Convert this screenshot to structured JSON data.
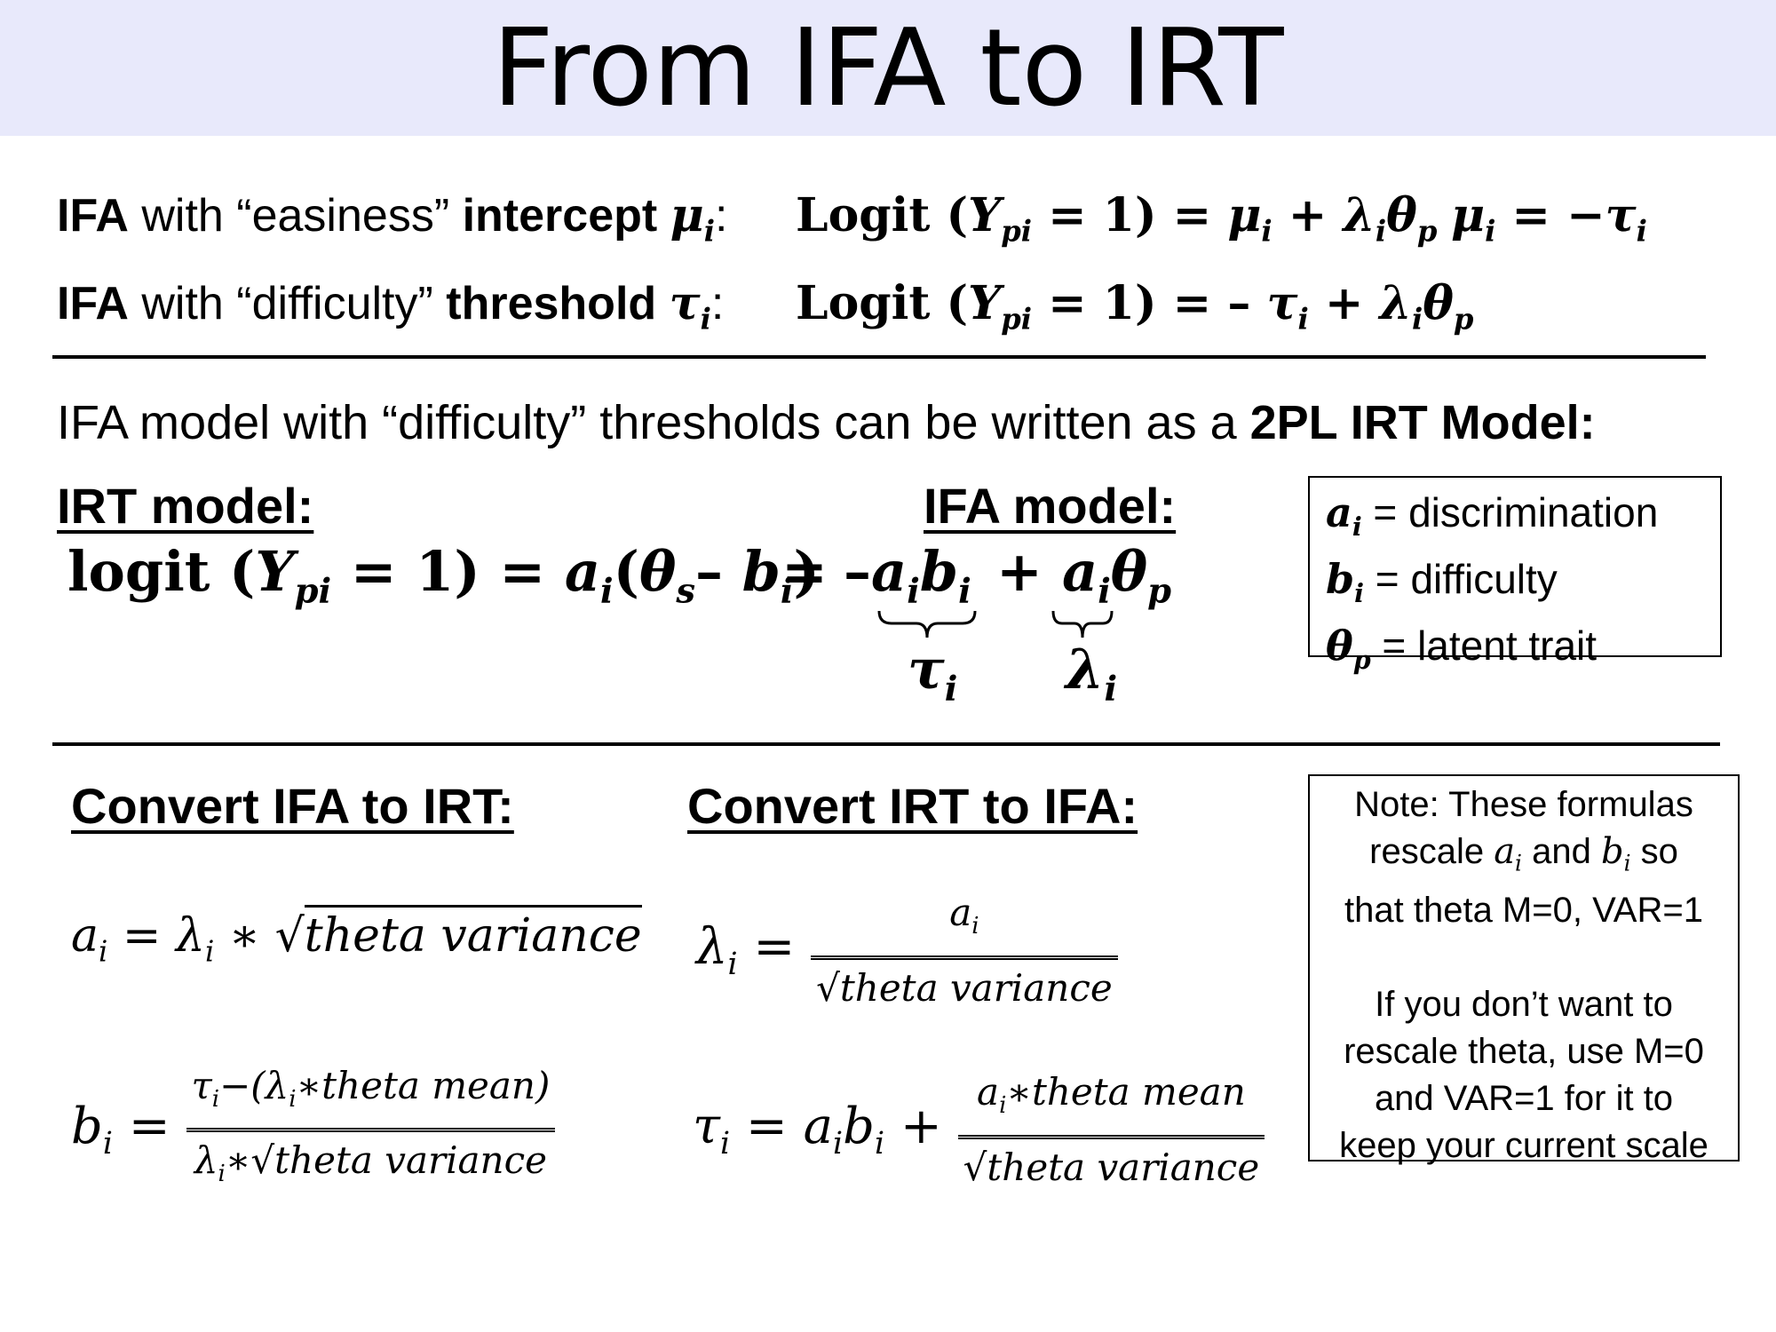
{
  "title": "From IFA to IRT",
  "ifa_easiness": {
    "lead": "IFA",
    "mid": " with “easiness” ",
    "bold": "intercept",
    "sym": "μ",
    "sym_sub": "i",
    "colon": ":",
    "eq_logit": "Logit (",
    "eq_y": "Y",
    "eq_y_sub": "pi",
    "eq_rest1": " = 1) = ",
    "eq_mu": "μ",
    "eq_mu_sub": "i",
    "eq_plus": " + ",
    "eq_lambda": "λ",
    "eq_lambda_sub": "i",
    "eq_theta": "θ",
    "eq_theta_sub": "p",
    "rel_mu": "μ",
    "rel_mu_sub": "i",
    "rel_eq": " = −",
    "rel_tau": "τ",
    "rel_tau_sub": "i"
  },
  "ifa_difficulty": {
    "lead": "IFA",
    "mid": " with “difficulty” ",
    "bold": "threshold",
    "sym": "τ",
    "sym_sub": "i",
    "colon": ":",
    "eq_logit": "Logit (",
    "eq_y": "Y",
    "eq_y_sub": "pi",
    "eq_rest1": " = 1) = – ",
    "eq_tau": "τ",
    "eq_tau_sub": "i",
    "eq_plus": " + ",
    "eq_lambda": "λ",
    "eq_lambda_sub": "i",
    "eq_theta": "θ",
    "eq_theta_sub": "p"
  },
  "statement": {
    "text": "IFA model with “difficulty” thresholds can be written as a ",
    "bold": "2PL IRT Model:"
  },
  "irt_heading": "IRT model:",
  "ifa_heading": "IFA model:",
  "irt_equation": {
    "logit": "logit (",
    "y": "Y",
    "y_sub": "pi",
    "rest1": " = 1) = ",
    "a": "a",
    "a_sub": "i",
    "paren_open": "(",
    "theta": "θ",
    "theta_sub": "s",
    "minus": "– ",
    "b": "b",
    "b_sub": "i",
    "paren_close": ")",
    "eq2": "=",
    "neg": "–",
    "ab_a": "a",
    "ab_a_sub": "i",
    "ab_b": "b",
    "ab_b_sub": "i",
    "plus": "+",
    "at_a": "a",
    "at_a_sub": "i",
    "at_theta": "θ",
    "at_theta_sub": "p",
    "brace1_sym": "τ",
    "brace1_sub": "i",
    "brace2_sym": "λ",
    "brace2_sub": "i"
  },
  "legend_box": [
    {
      "sym": "a",
      "sub": "i",
      "text": " = discrimination"
    },
    {
      "sym": "b",
      "sub": "i",
      "text": " = difficulty"
    },
    {
      "sym": "θ",
      "sub": "p",
      "text": " = latent trait"
    }
  ],
  "convert_ifa_to_irt": {
    "heading": "Convert IFA to IRT:",
    "a_lhs": "a",
    "a_lhs_sub": "i",
    "a_eq": " = ",
    "a_lambda": "λ",
    "a_lambda_sub": "i",
    "a_times": " ∗ ",
    "a_sqrt": "√",
    "a_radicand": "theta variance",
    "b_lhs": "b",
    "b_lhs_sub": "i",
    "b_eq": " = ",
    "b_num_tau": "τ",
    "b_num_tau_sub": "i",
    "b_num_rest1": "−(",
    "b_num_lambda": "λ",
    "b_num_lambda_sub": "i",
    "b_num_rest2": "∗theta mean)",
    "b_den_lambda": "λ",
    "b_den_lambda_sub": "i",
    "b_den_rest": "∗√theta variance"
  },
  "convert_irt_to_ifa": {
    "heading": "Convert IRT to IFA:",
    "l_lhs": "λ",
    "l_lhs_sub": "i",
    "l_eq": " = ",
    "l_num": "a",
    "l_num_sub": "i",
    "l_den": "√theta variance",
    "t_lhs": "τ",
    "t_lhs_sub": "i",
    "t_eq": " = ",
    "t_a": "a",
    "t_a_sub": "i",
    "t_b": "b",
    "t_b_sub": "i",
    "t_plus": " + ",
    "t_num_a": "a",
    "t_num_a_sub": "i",
    "t_num_rest": "∗theta mean",
    "t_den": "√theta variance"
  },
  "note_box": {
    "line1": "Note: These formulas",
    "line2a": "rescale ",
    "line2_a": "a",
    "line2_a_sub": "i",
    "line2b": " and ",
    "line2_b": "b",
    "line2_b_sub": "i",
    "line2c": " so",
    "line3": "that theta M=0, VAR=1",
    "line4": "If you don’t want to",
    "line5": "rescale theta, use M=0",
    "line6": "and VAR=1 for it to",
    "line7": "keep your current scale"
  }
}
